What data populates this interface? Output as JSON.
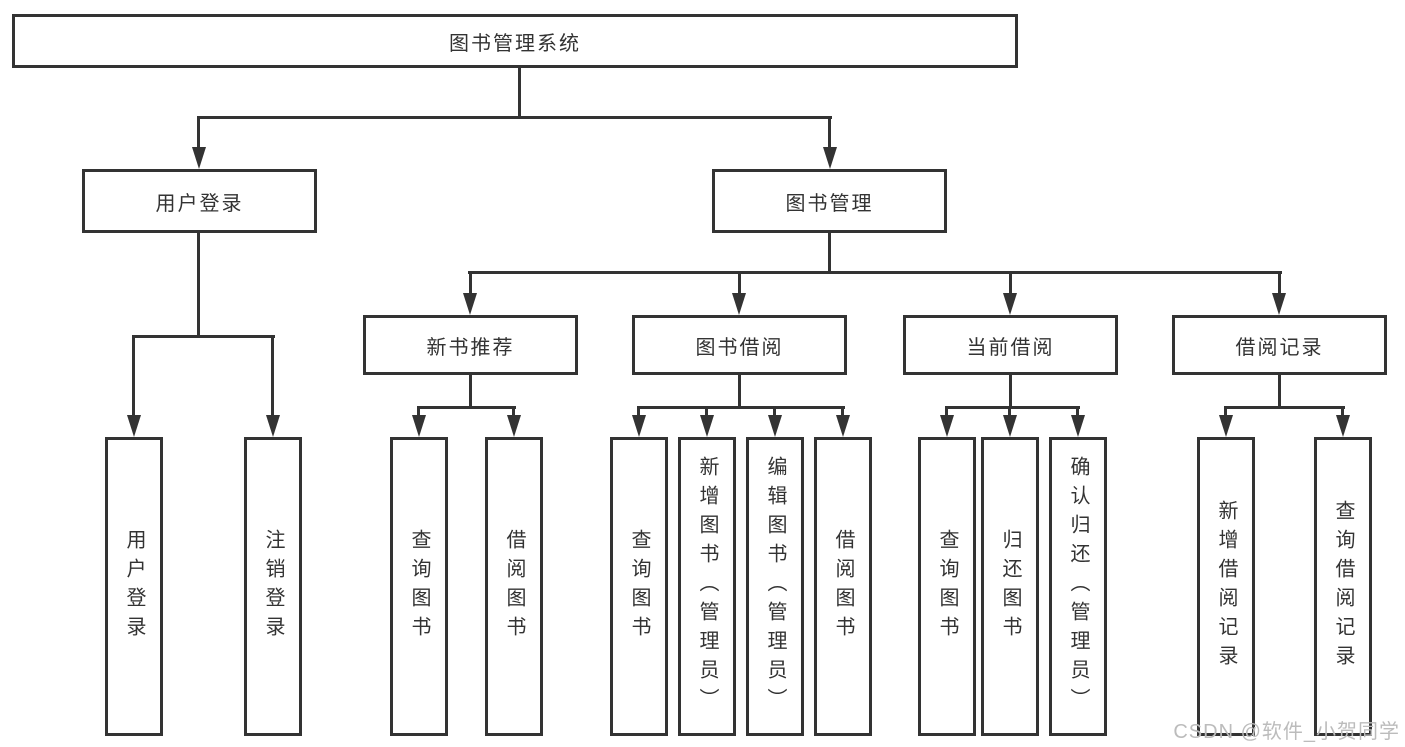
{
  "tree": {
    "root": {
      "label": "图书管理系统"
    },
    "login": {
      "label": "用户登录",
      "children": [
        "用户登录",
        "注销登录"
      ]
    },
    "mgmt": {
      "label": "图书管理",
      "sections": [
        {
          "label": "新书推荐",
          "children": [
            "查询图书",
            "借阅图书"
          ]
        },
        {
          "label": "图书借阅",
          "children": [
            "查询图书",
            "新增图书（管理员）",
            "编辑图书（管理员）",
            "借阅图书"
          ]
        },
        {
          "label": "当前借阅",
          "children": [
            "查询图书",
            "归还图书",
            "确认归还（管理员）"
          ]
        },
        {
          "label": "借阅记录",
          "children": [
            "新增借阅记录",
            "查询借阅记录"
          ]
        }
      ]
    }
  },
  "watermark": "CSDN @软件_小贺同学",
  "colors": {
    "line": "#333333",
    "background": "#ffffff",
    "watermark": "#bcbcbc"
  }
}
